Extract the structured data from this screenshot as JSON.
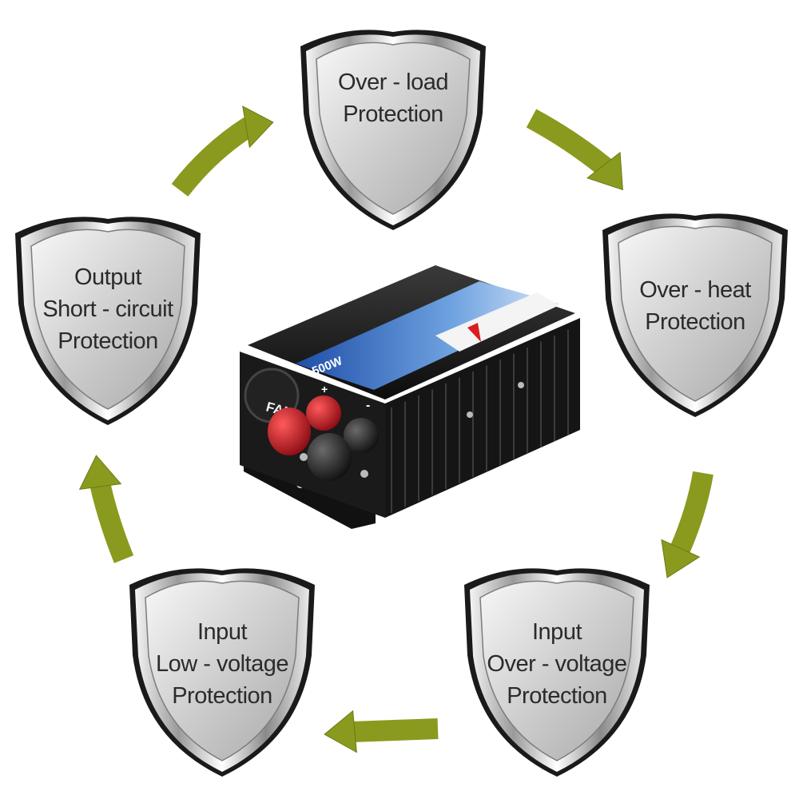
{
  "shields": [
    {
      "id": "over-load",
      "lines": [
        "Over - load",
        "Protection"
      ]
    },
    {
      "id": "over-heat",
      "lines": [
        "Over - heat",
        "Protection"
      ]
    },
    {
      "id": "input-over-voltage",
      "lines": [
        "Input",
        "Over - voltage",
        "Protection"
      ]
    },
    {
      "id": "input-low-voltage",
      "lines": [
        "Input",
        "Low - voltage",
        "Protection"
      ]
    },
    {
      "id": "output-short-circuit",
      "lines": [
        "Output",
        "Short - circuit",
        "Protection"
      ]
    }
  ],
  "inverter": {
    "wattage_label": "500W",
    "fan_label": "FAN",
    "plus_symbol": "+",
    "minus_symbol": "-"
  },
  "colors": {
    "arrow": "#8a9a1e",
    "arrow_dark": "#6d7a14",
    "shield_rim": "#1a1a1a",
    "shield_face": "#d9d9d9",
    "inverter_body": "#1c1c1c",
    "terminal_red": "#b3121b"
  },
  "icons": [
    "shield-icon",
    "cycle-arrow-icon",
    "power-inverter-icon"
  ]
}
